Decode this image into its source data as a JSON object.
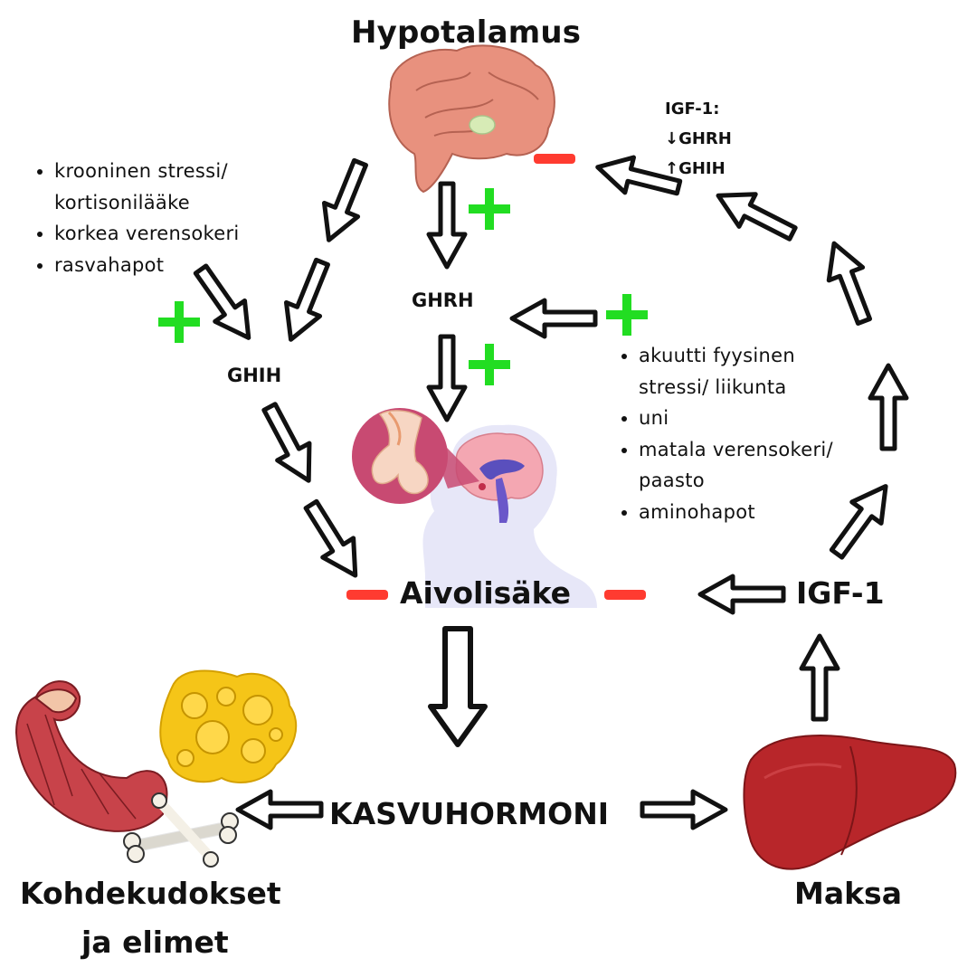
{
  "nodes": {
    "hypothalamus": "Hypotalamus",
    "pituitary": "Aivolisäke",
    "growth_hormone": "KASVUHORMONI",
    "igf1": "IGF-1",
    "ghrh": "GHRH",
    "ghih": "GHIH",
    "targets_line1": "Kohdekudokset",
    "targets_line2": "ja elimet",
    "liver": "Maksa"
  },
  "igf1_feedback": {
    "title": "IGF-1:",
    "line1": "↓GHRH",
    "line2": "↑GHIH"
  },
  "ghih_stimuli": [
    "krooninen stressi/",
    "kortisonilääke",
    "korkea verensokeri",
    "rasvahapot"
  ],
  "ghrh_stimuli": [
    "akuutti fyysinen",
    "stressi/ liikunta",
    "uni",
    "matala verensokeri/",
    "paasto",
    "aminohapot"
  ],
  "icons": [
    "brain-icon",
    "pituitary-gland-icon",
    "head-profile-icon",
    "muscle-arm-icon",
    "fat-cells-icon",
    "bones-icon",
    "liver-icon"
  ],
  "colors": {
    "stimulate": "#22dd22",
    "inhibit": "#ff3b30",
    "brain": "#e8917e",
    "liver": "#b8262a",
    "fat": "#f5c518"
  }
}
